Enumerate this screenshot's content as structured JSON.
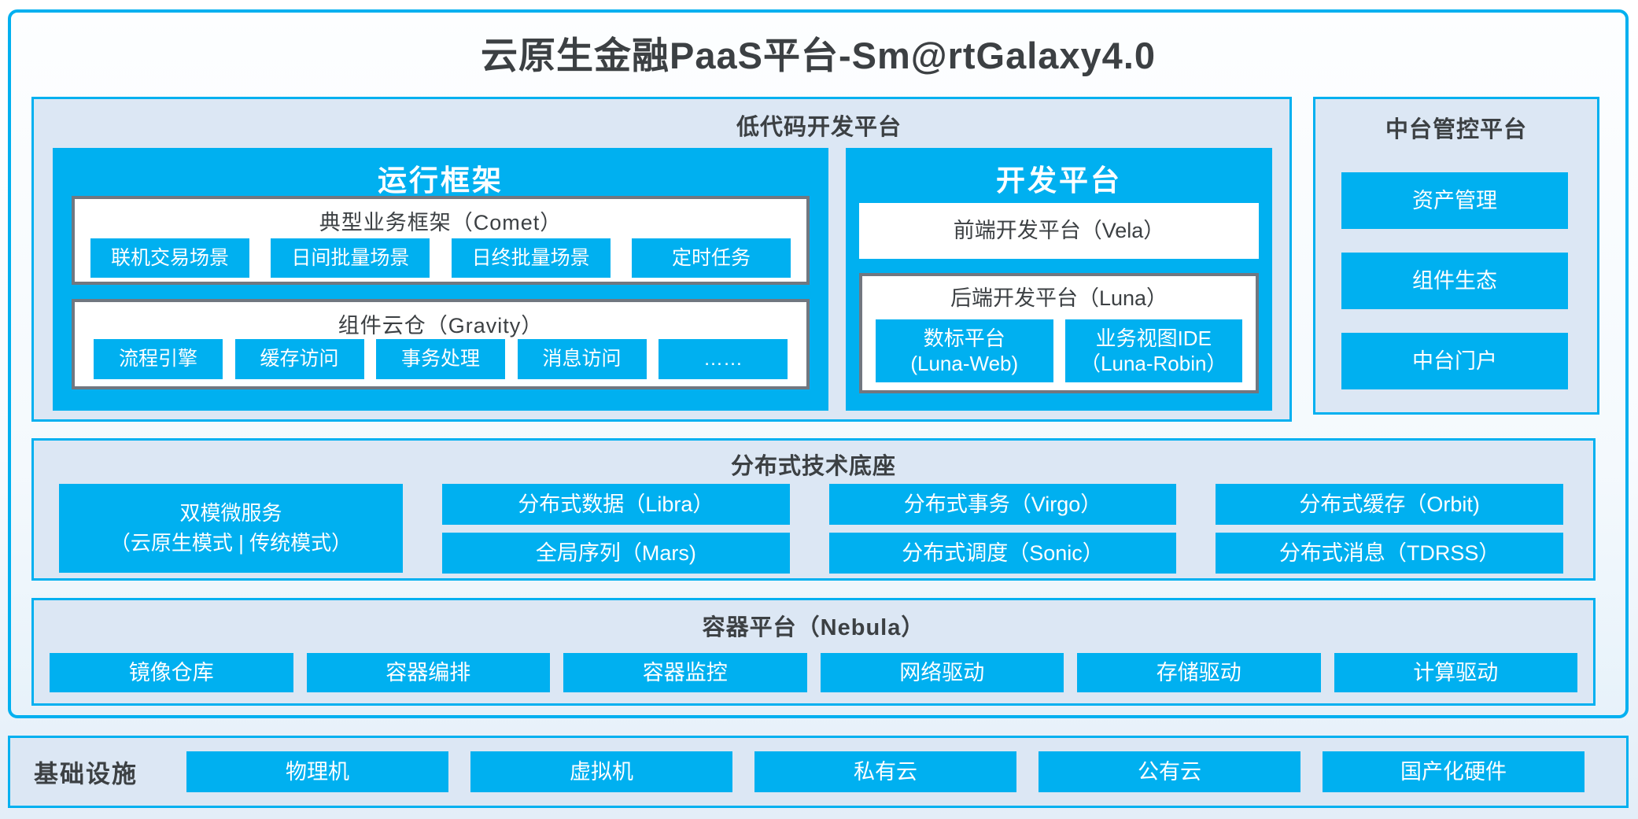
{
  "title": "云原生金融PaaS平台-Sm@rtGalaxy4.0",
  "colors": {
    "accent_cyan": "#00b0f0",
    "panel_bg": "#dce7f4",
    "box_border_gray": "#717780",
    "text_dark": "#3c4043",
    "text_light": "#ffffff"
  },
  "lowcode": {
    "title": "低代码开发平台",
    "runtime": {
      "title": "运行框架",
      "comet": {
        "title": "典型业务框架（Comet）",
        "items": [
          "联机交易场景",
          "日间批量场景",
          "日终批量场景",
          "定时任务"
        ]
      },
      "gravity": {
        "title": "组件云仓（Gravity）",
        "items": [
          "流程引擎",
          "缓存访问",
          "事务处理",
          "消息访问",
          "……"
        ]
      }
    },
    "dev": {
      "title": "开发平台",
      "vela": "前端开发平台（Vela）",
      "luna": {
        "title": "后端开发平台（Luna）",
        "items": [
          {
            "line1": "数标平台",
            "line2": "(Luna-Web)"
          },
          {
            "line1": "业务视图IDE",
            "line2": "（Luna-Robin）"
          }
        ]
      }
    }
  },
  "mgmt": {
    "title": "中台管控平台",
    "items": [
      "资产管理",
      "组件生态",
      "中台门户"
    ]
  },
  "dist": {
    "title": "分布式技术底座",
    "dual": {
      "line1": "双模微服务",
      "line2": "（云原生模式 | 传统模式）"
    },
    "columns": [
      [
        "分布式数据（Libra）",
        "全局序列（Mars)"
      ],
      [
        "分布式事务（Virgo）",
        "分布式调度（Sonic）"
      ],
      [
        "分布式缓存（Orbit)",
        "分布式消息（TDRSS）"
      ]
    ]
  },
  "nebula": {
    "title": "容器平台（Nebula）",
    "items": [
      "镜像仓库",
      "容器编排",
      "容器监控",
      "网络驱动",
      "存储驱动",
      "计算驱动"
    ]
  },
  "infra": {
    "title": "基础设施",
    "items": [
      "物理机",
      "虚拟机",
      "私有云",
      "公有云",
      "国产化硬件"
    ]
  }
}
